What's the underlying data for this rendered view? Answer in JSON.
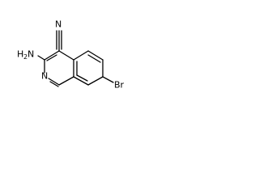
{
  "molecule": {
    "atoms": {
      "nitrile_nitrogen": "N",
      "amine_nitrogen": "N",
      "amine_hydrogen": "H",
      "amine_hydrogen_count": "2",
      "ring_nitrogen": "N",
      "bromine": "Br"
    }
  }
}
